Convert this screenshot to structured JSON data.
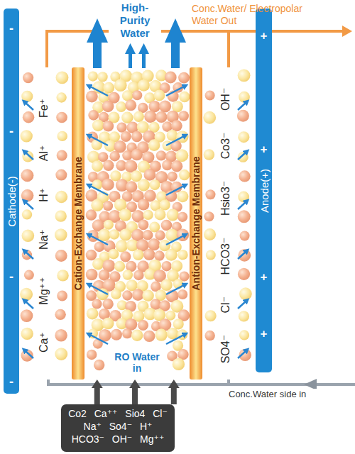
{
  "diagram": {
    "nodes": [
      {
        "text": [
          "Cathode(-)"
        ]
      },
      {
        "text": [
          "Cation-Exchange Membrane"
        ]
      },
      {
        "text": [
          "RO Water in"
        ]
      },
      {
        "text": [
          "Antion-Exchange Membrane"
        ]
      },
      {
        "text": [
          "Anode(+)"
        ]
      },
      {
        "text": [
          "Co2 Ca⁺⁺ Sio4 Cl⁻ Na⁺ So4⁻ H⁺ HCO3⁻ OH⁻ Mg⁺⁺"
        ]
      }
    ],
    "edges": [
      {
        "from": 5,
        "to": 2,
        "arrow": "to"
      },
      {
        "from": 5,
        "to": 2,
        "arrow": "to"
      },
      {
        "from": 5,
        "to": 2,
        "arrow": "to"
      }
    ],
    "labels": [
      "High-Purity Water",
      "Conc.Water/ Electropolar Water Out",
      "Conc.Water side in",
      "Ca⁺ Mg⁺⁺ Na⁺ H⁺ Al⁺ Fe⁺",
      "SO4⁻ Cl⁻ HCO3⁻ Hsio3⁻ Co3⁻ OH⁻",
      "-",
      "-",
      "-",
      "-",
      "+",
      "+",
      "+",
      "+"
    ]
  }
}
